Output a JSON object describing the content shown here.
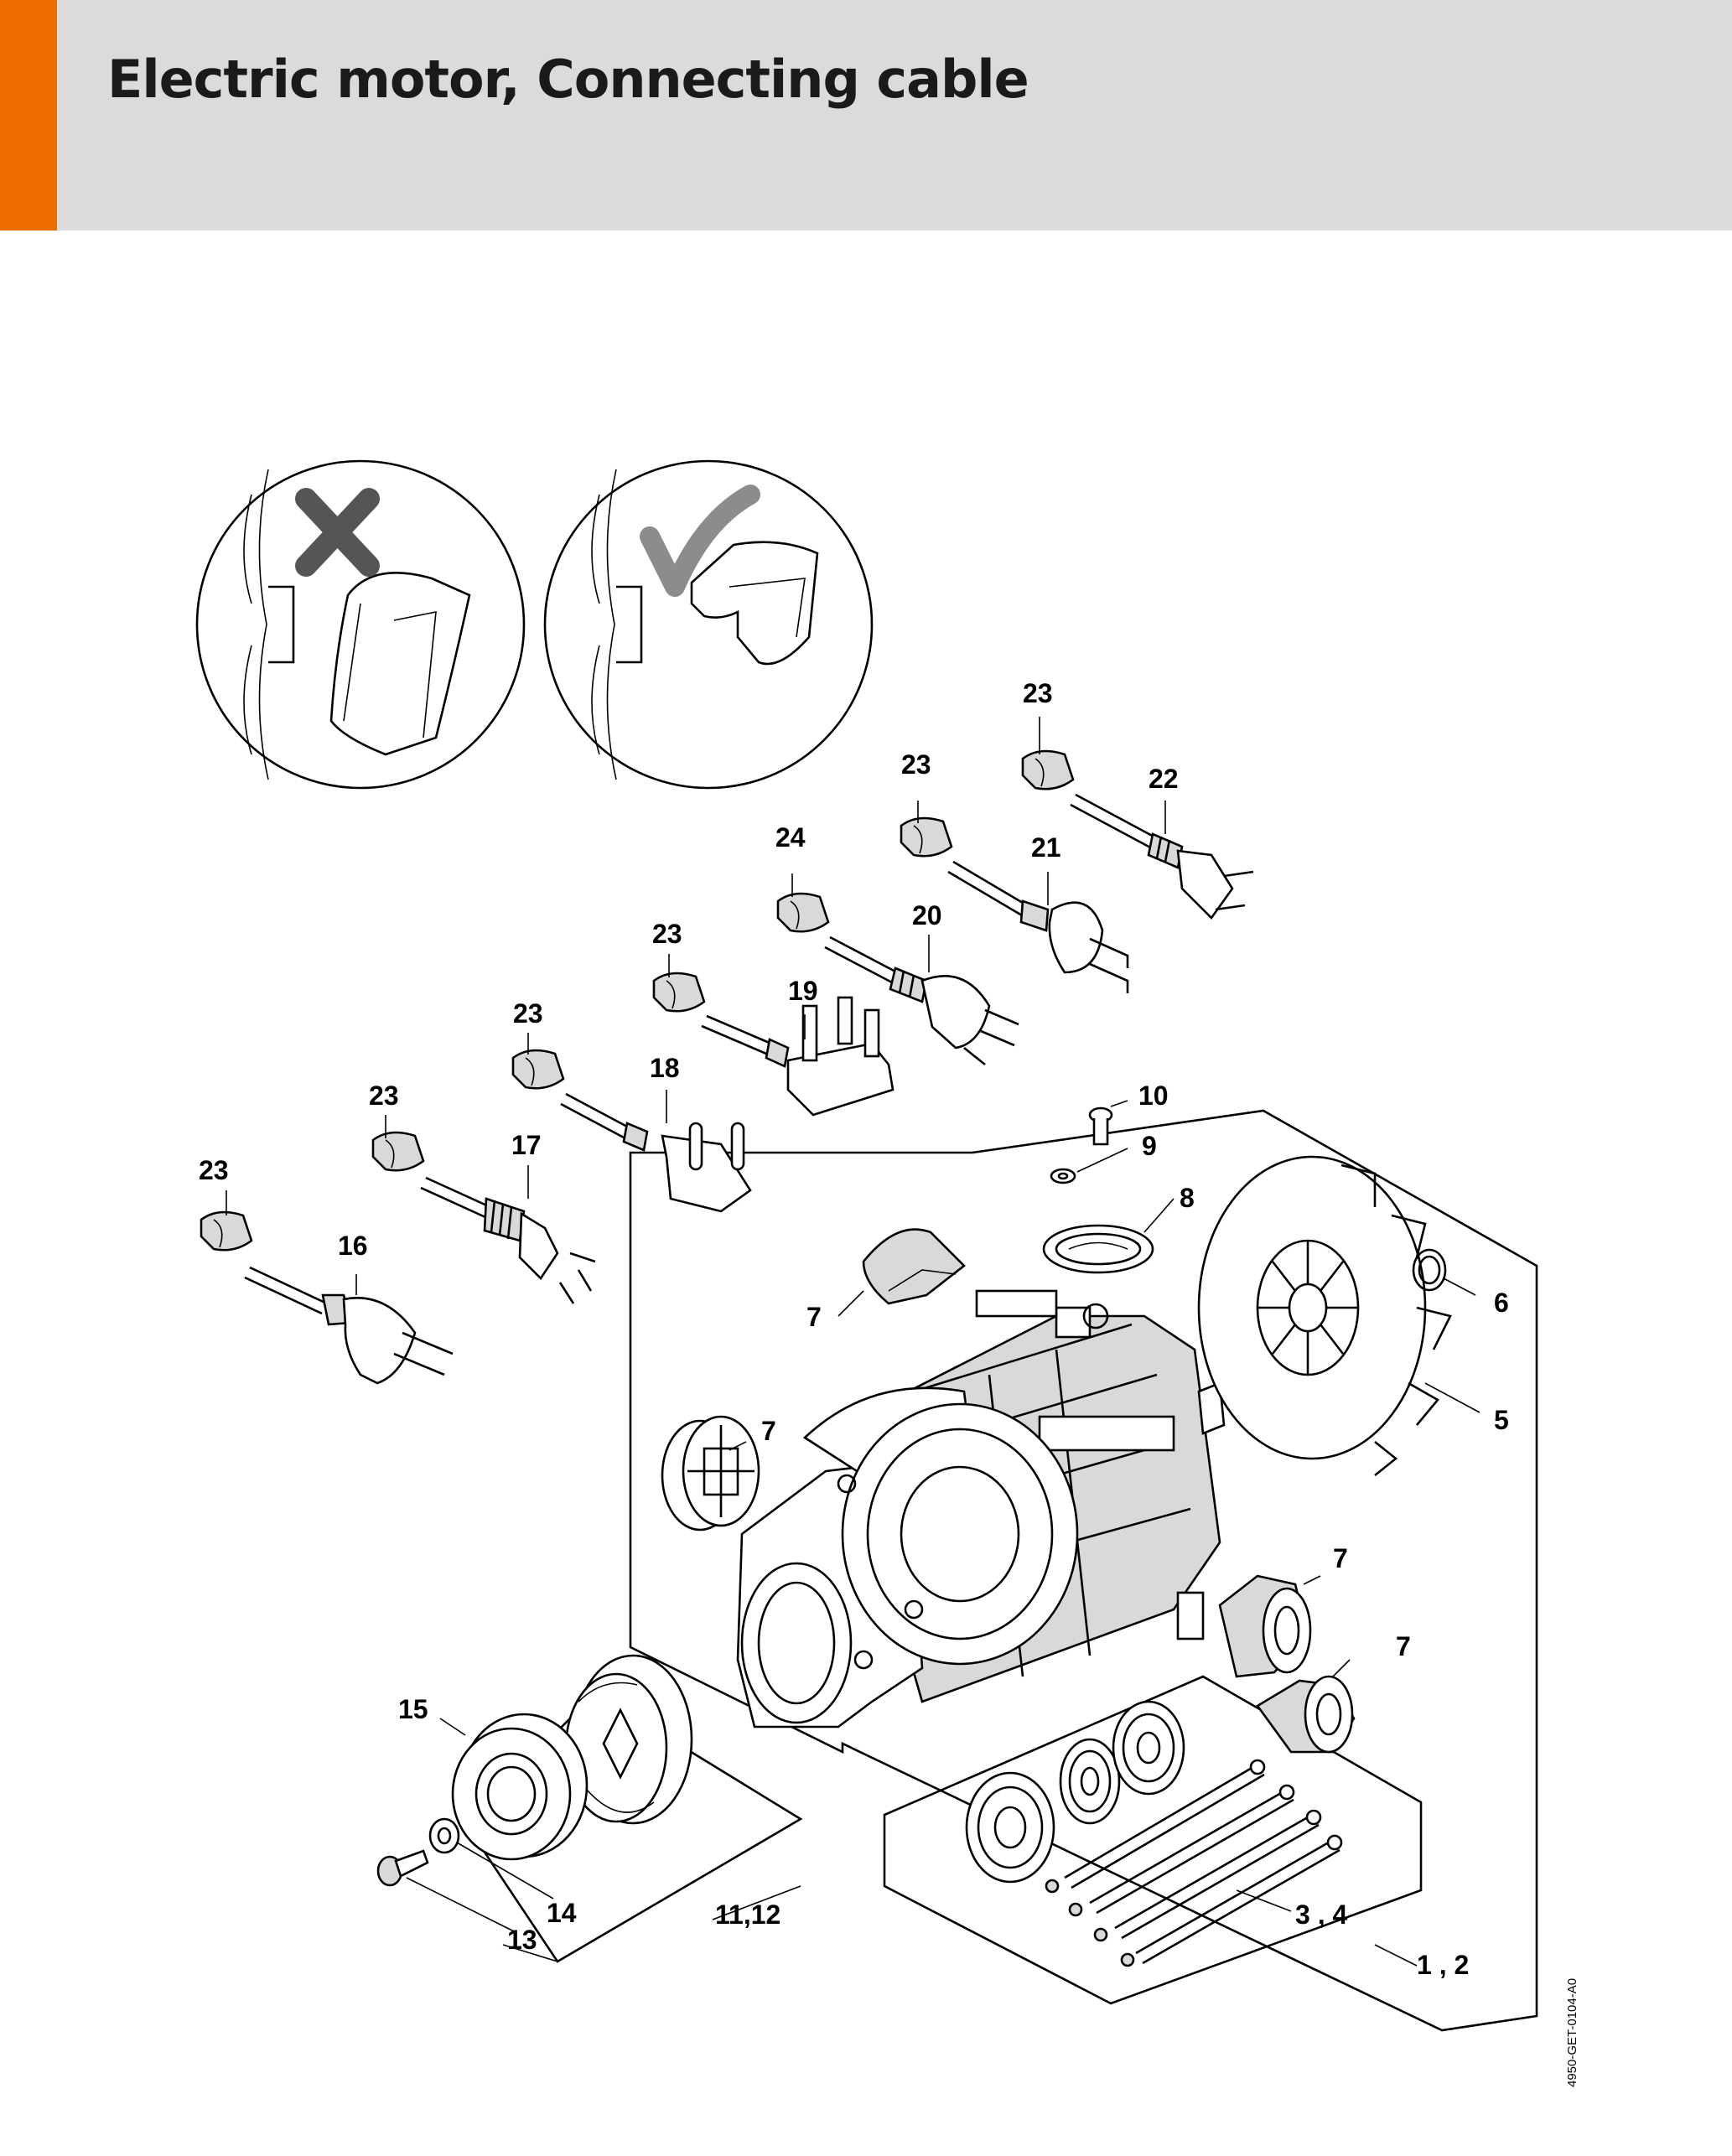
{
  "header": {
    "title": "Electric motor, Connecting cable",
    "accent_color": "#ef6c00",
    "background_color": "#dadbda"
  },
  "icons": {
    "wrong_mark": "cross-icon",
    "right_mark": "check-icon"
  },
  "callouts": {
    "c1_2": "1 , 2",
    "c3_4": "3 , 4",
    "c5": "5",
    "c6": "6",
    "c7a": "7",
    "c7b": "7",
    "c7c": "7",
    "c7d": "7",
    "c8": "8",
    "c9": "9",
    "c10": "10",
    "c11_12": "11,12",
    "c13": "13",
    "c14": "14",
    "c15": "15",
    "c16": "16",
    "c17": "17",
    "c18": "18",
    "c19": "19",
    "c20": "20",
    "c21": "21",
    "c22": "22",
    "c23a": "23",
    "c23b": "23",
    "c23c": "23",
    "c23d": "23",
    "c23e": "23",
    "c23f": "23",
    "c24": "24"
  },
  "drawing_ref": "4950-GET-0104-A0"
}
